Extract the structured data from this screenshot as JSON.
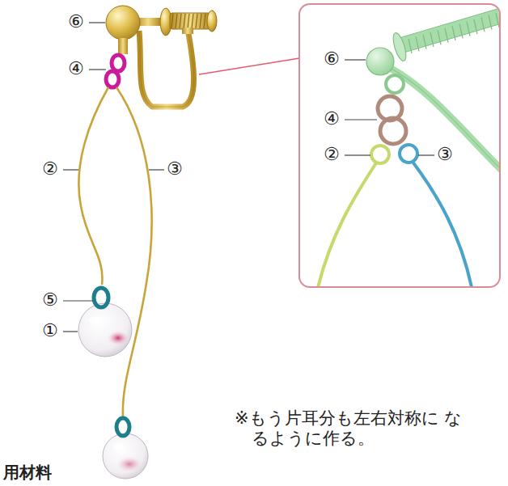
{
  "diagram": {
    "labels": [
      "⑥",
      "④",
      "②",
      "③",
      "⑤",
      "①",
      "⑥",
      "④",
      "②",
      "③",
      "※もう片耳分も左右対称に なるように作る。",
      "用材料"
    ]
  }
}
